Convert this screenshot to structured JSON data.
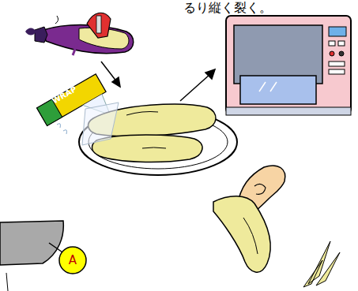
{
  "diagram": {
    "nodes": [
      {
        "text": [
          "A"
        ]
      }
    ],
    "labels": [
      "るり縦く裂く。",
      "WRAP"
    ]
  }
}
